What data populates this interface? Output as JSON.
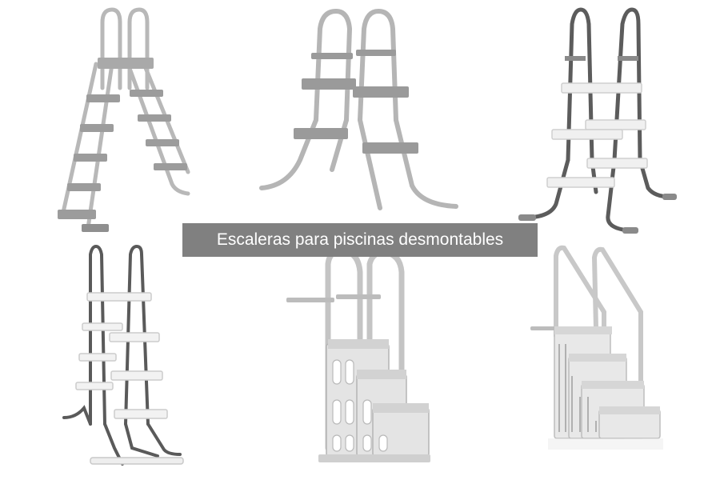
{
  "banner": {
    "caption": "Escaleras para piscinas desmontables"
  },
  "products": [
    {
      "name": "a-frame-ladder-with-platform"
    },
    {
      "name": "two-step-a-frame-ladder"
    },
    {
      "name": "three-step-a-frame-ladder-dark-rails"
    },
    {
      "name": "four-step-a-frame-ladder-dark-rails"
    },
    {
      "name": "entry-step-system-with-handrails"
    },
    {
      "name": "in-pool-steps-with-handrails"
    }
  ],
  "colors": {
    "background": "#ffffff",
    "caption_bar": "#808080",
    "caption_text": "#ffffff",
    "rail_light": "#bdbdbd",
    "rail_dark": "#5a5a5a",
    "step_grey": "#9e9e9e",
    "step_white": "#eeeeee"
  }
}
